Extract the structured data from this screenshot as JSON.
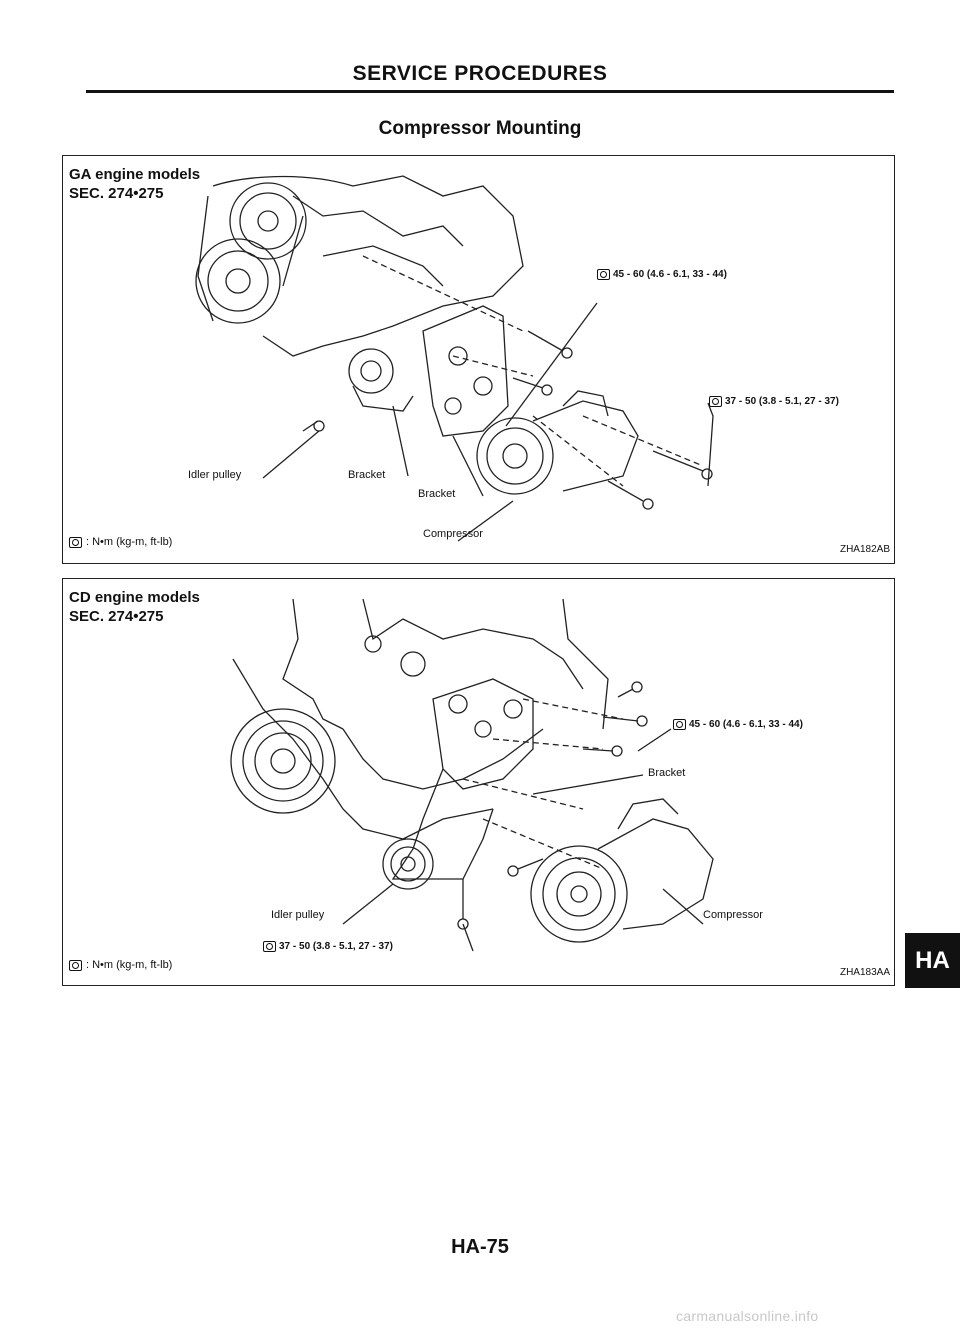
{
  "header": {
    "section_title": "SERVICE PROCEDURES",
    "subtitle": "Compressor Mounting"
  },
  "panel_ga": {
    "heading_line1": "GA engine models",
    "heading_line2": "SEC. 274•275",
    "torque_top": "45 - 60 (4.6 - 6.1, 33 - 44)",
    "torque_right": "37 - 50 (3.8 - 5.1, 27 - 37)",
    "label_idler_pulley": "Idler pulley",
    "label_bracket_1": "Bracket",
    "label_bracket_2": "Bracket",
    "label_compressor": "Compressor",
    "legend": ": N•m (kg-m, ft-lb)",
    "code": "ZHA182AB"
  },
  "panel_cd": {
    "heading_line1": "CD engine models",
    "heading_line2": "SEC. 274•275",
    "torque_top": "45 - 60 (4.6 - 6.1, 33 - 44)",
    "torque_bottom": "37 - 50 (3.8 - 5.1, 27 - 37)",
    "label_bracket": "Bracket",
    "label_idler_pulley": "Idler pulley",
    "label_compressor": "Compressor",
    "legend": ": N•m (kg-m, ft-lb)",
    "code": "ZHA183AA"
  },
  "side_tab": "HA",
  "footer": {
    "page_number": "HA-75",
    "watermark": "carmanualsonline.info"
  },
  "icons": {
    "torque": "torque-wrench-icon"
  }
}
